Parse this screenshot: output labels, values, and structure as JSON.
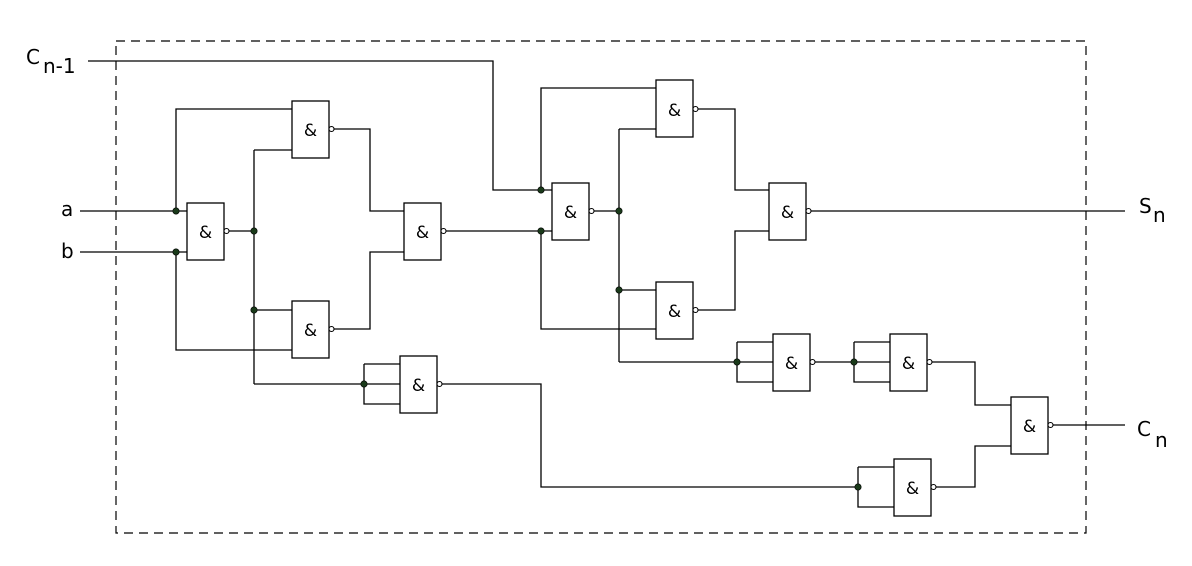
{
  "gate_symbol": "&",
  "labels": {
    "c_main": "C",
    "c_in_sub": "n-1",
    "c_out_sub": "n",
    "input_a": "a",
    "input_b": "b",
    "s_main": "S",
    "s_sub": "n"
  }
}
